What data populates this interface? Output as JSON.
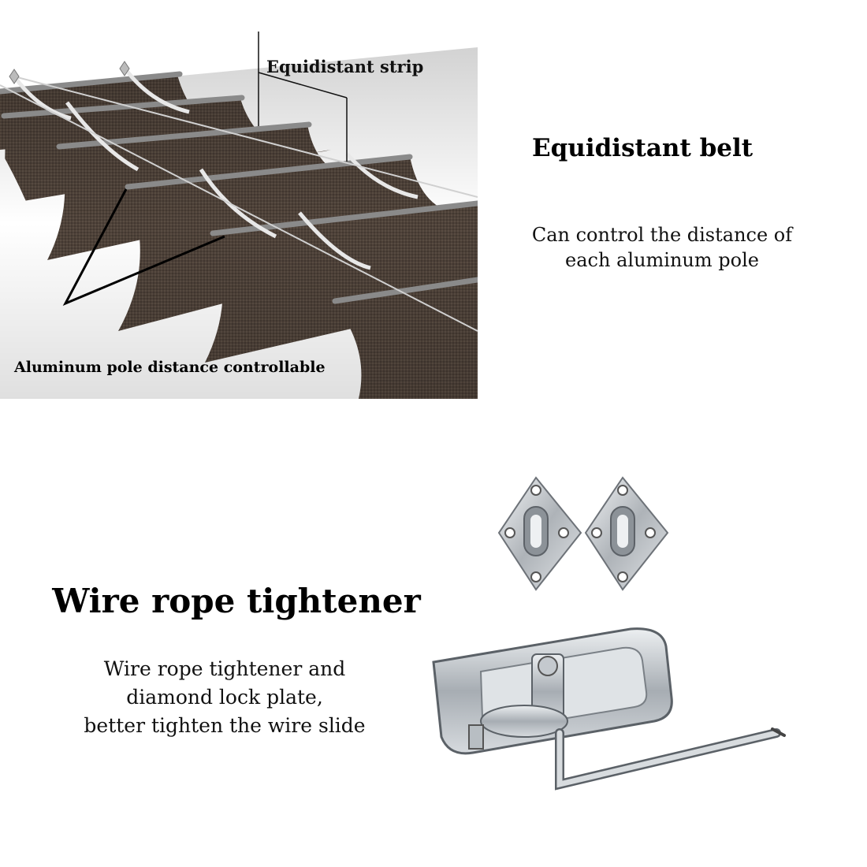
{
  "top_section": {
    "photo_label_strip": "Equidistant strip",
    "photo_label_pole": "Aluminum pole distance controllable",
    "title": "Equidistant belt",
    "description_lines": [
      "Can control the distance of",
      "each aluminum pole"
    ]
  },
  "bottom_section": {
    "title": "Wire rope tightener",
    "description_lines": [
      "Wire rope tightener and",
      "diamond lock plate,",
      "better tighten the wire slide"
    ]
  },
  "colors": {
    "fabric": "#4e4239",
    "fabric_dark": "#3a312a",
    "pole": "#8a8a8a",
    "strap": "#e8e8e8",
    "metal": "#c9cdd1"
  }
}
